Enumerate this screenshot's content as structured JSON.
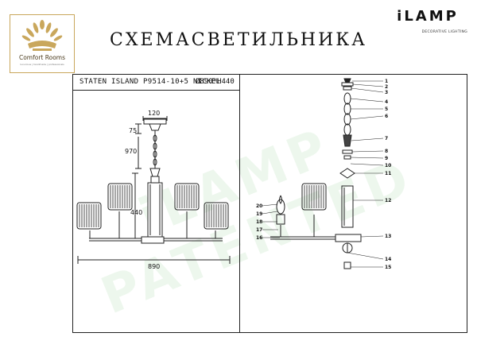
{
  "brand_logo": {
    "name": "Comfort Rooms",
    "tagline": "luxurious | handmade | professionals"
  },
  "brand_mark": {
    "name": "iLAMP",
    "sub": "DECORATIVE LIGHTING"
  },
  "title": "СХЕМАСВЕТИЛЬНИКА",
  "model": "STATEN ISLAND P9514-10+5 NICKEL",
  "size": "Ø890*H440",
  "dimensions": {
    "top": "120",
    "canopy": "75",
    "drop": "970",
    "height": "440",
    "width": "890"
  },
  "callouts": [
    "1",
    "2",
    "3",
    "4",
    "5",
    "6",
    "7",
    "8",
    "9",
    "10",
    "11",
    "12",
    "13",
    "14",
    "15",
    "16",
    "17",
    "18",
    "19",
    "20"
  ],
  "watermark": "iLAMP PATENTED",
  "colors": {
    "accent": "#c9a75c",
    "line": "#222222",
    "watermark": "#bfe1bf"
  }
}
